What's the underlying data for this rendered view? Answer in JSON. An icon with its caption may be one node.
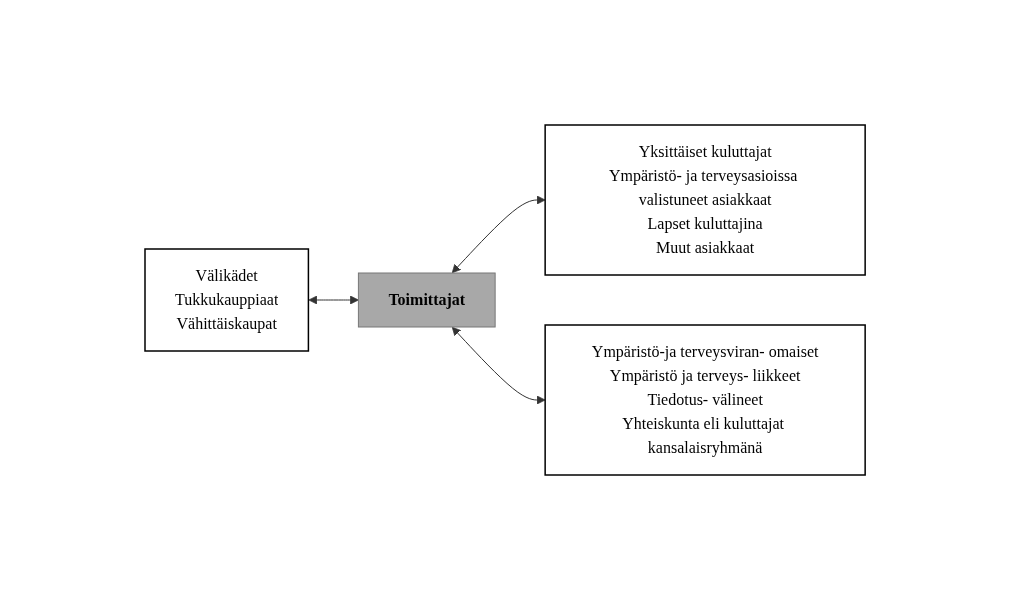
{
  "diagram": {
    "nodes": [
      {
        "text": [
          "Välikädet",
          "Tukkukauppiaat",
          "Vähittäiskaupat"
        ]
      },
      {
        "text": [
          "Toimittajat"
        ]
      },
      {
        "text": [
          "Yksittäiset kuluttajat",
          "Ympäristö- ja terveysasioissa valistuneet asiakkaat",
          "Lapset kuluttajina",
          "Muut asiakkaat"
        ]
      },
      {
        "text": [
          "Ympäristö-ja terveysviran- omaiset",
          "Ympäristö ja terveys- liikkeet",
          "Tiedotus- välineet",
          "Yhteiskunta eli kuluttajat kansalaisryhmänä"
        ]
      }
    ],
    "edges": [
      {
        "from": 0,
        "to": 1,
        "arrow": "both"
      },
      {
        "from": 1,
        "to": 2,
        "arrow": "both"
      },
      {
        "from": 1,
        "to": 3,
        "arrow": "both"
      }
    ]
  }
}
